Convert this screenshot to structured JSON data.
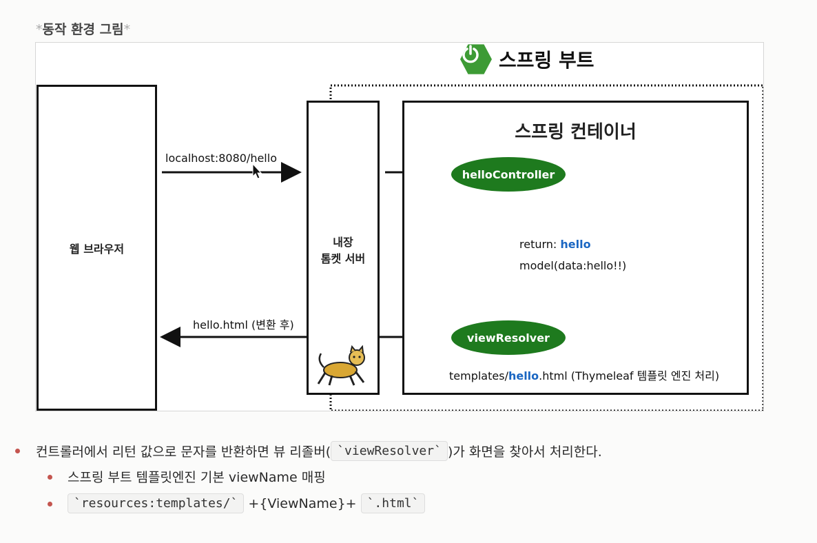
{
  "caption": {
    "star": "*",
    "text": "동작 환경 그림"
  },
  "diagram": {
    "spring_boot_title": "스프링 부트",
    "browser_label": "웹 브라우저",
    "tomcat_label_line1": "내장",
    "tomcat_label_line2": "톰켓 서버",
    "container_title": "스프링 컨테이너",
    "hello_controller": "helloController",
    "view_resolver": "viewResolver",
    "request_url": "localhost:8080/hello",
    "return_prefix": "return: ",
    "return_value": "hello",
    "model_text": "model(data:hello!!)",
    "response_text": "hello.html (변환 후)",
    "template_prefix": "templates/",
    "template_hl": "hello",
    "template_suffix": ".html (Thymeleaf 템플릿 엔진 처리)"
  },
  "bullets": {
    "item1_before": "컨트롤러에서 리턴 값으로 문자를 반환하면 뷰 리졸버(",
    "item1_code": "`viewResolver`",
    "item1_after": ")가 화면을 찾아서 처리한다.",
    "item2": "스프링 부트 템플릿엔진 기본 viewName 매핑",
    "item3_code1": "`resources:templates/`",
    "item3_mid": "+{ViewName}+",
    "item3_code2": "`.html`"
  },
  "colors": {
    "accent_green": "#1e7a1e",
    "spring_green": "#3d9b35",
    "highlight_blue": "#1a66c2",
    "bullet_red": "#c4554f"
  }
}
